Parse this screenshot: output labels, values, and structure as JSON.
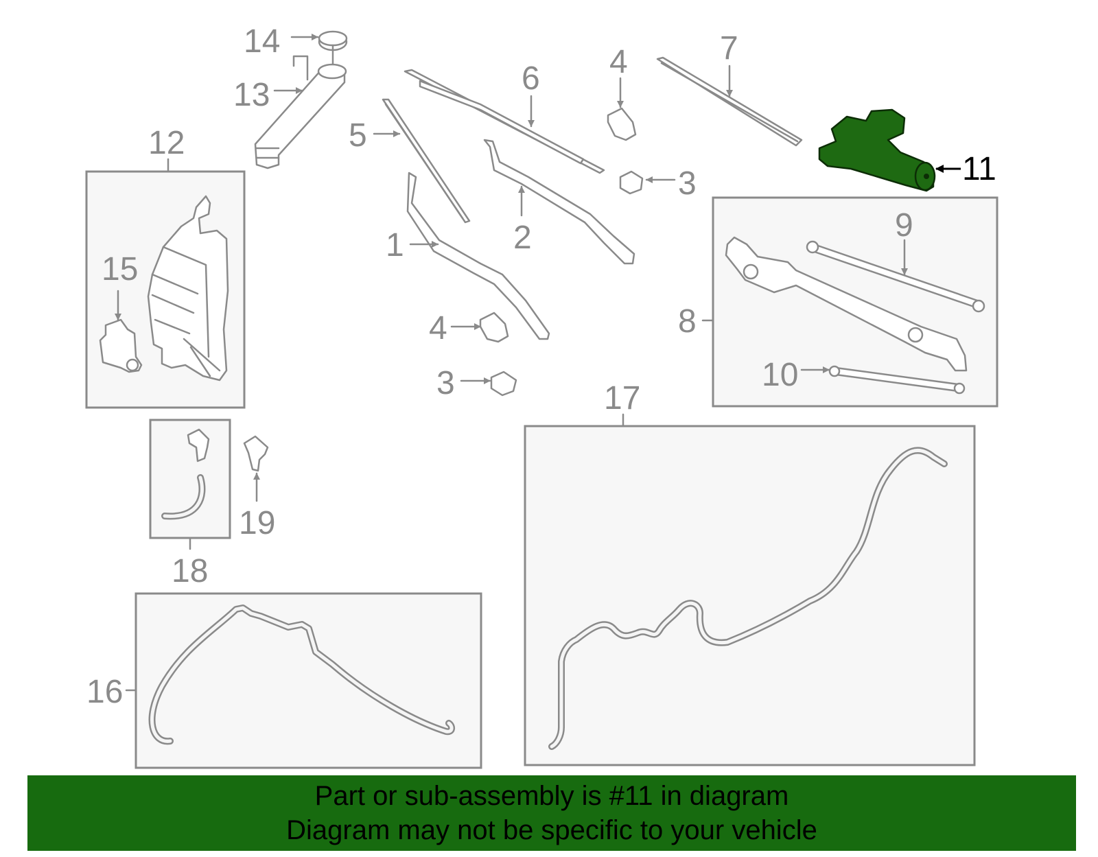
{
  "callouts": {
    "c1": "1",
    "c2": "2",
    "c3a": "3",
    "c3b": "3",
    "c4a": "4",
    "c4b": "4",
    "c5": "5",
    "c6": "6",
    "c7": "7",
    "c8": "8",
    "c9": "9",
    "c10": "10",
    "c11": "11",
    "c12": "12",
    "c13": "13",
    "c14": "14",
    "c15": "15",
    "c16": "16",
    "c17": "17",
    "c18": "18",
    "c19": "19"
  },
  "highlighted_part": "11",
  "colors": {
    "highlight": "#1e6a12",
    "banner": "#176b0f",
    "line": "#8a8a8a"
  },
  "banner": {
    "line1": "Part or sub-assembly is #11 in diagram",
    "line2": "Diagram may not be specific to your vehicle"
  }
}
